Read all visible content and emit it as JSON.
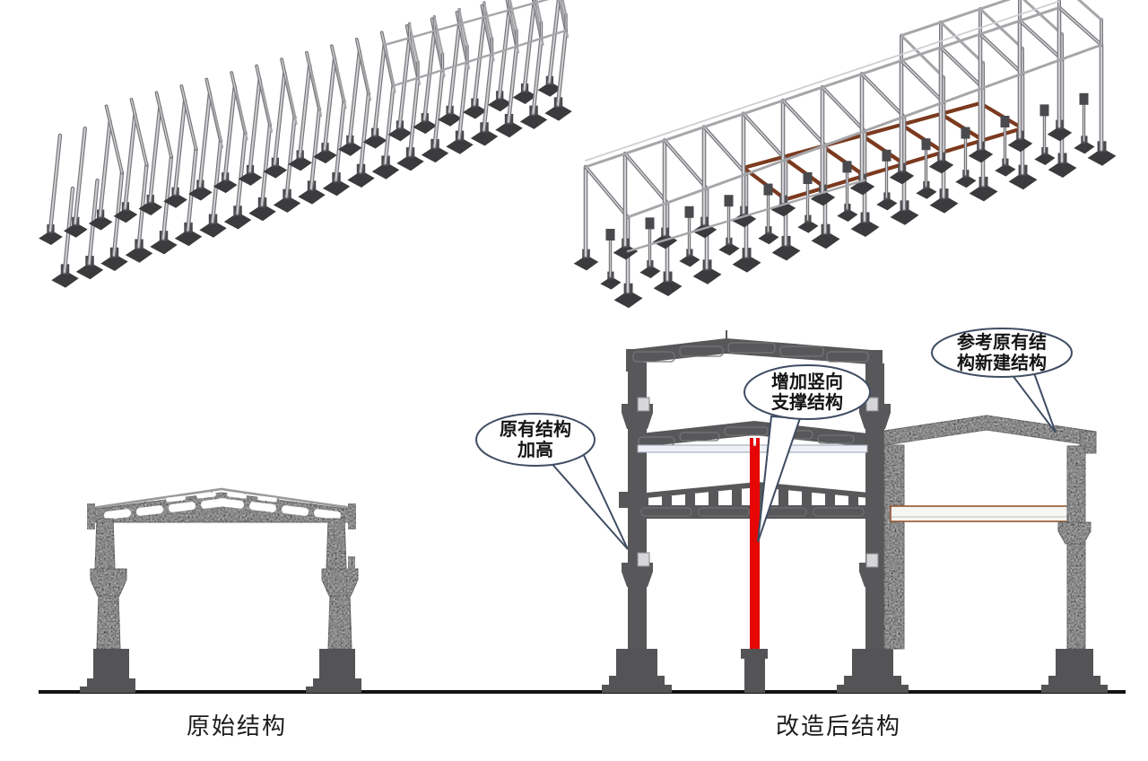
{
  "callouts": {
    "raise": {
      "line1": "原有结构",
      "line2": "加高"
    },
    "support": {
      "line1": "增加竖向",
      "line2": "支撑结构"
    },
    "new_build": {
      "line1": "参考原有结",
      "line2": "构新建结构"
    }
  },
  "captions": {
    "original": "原始结构",
    "modified": "改造后结构"
  },
  "colors": {
    "steel_light": "#cfcfd3",
    "steel_mid": "#a6a6aa",
    "steel_dark": "#77777b",
    "footing_dark": "#3b3b3e",
    "footing_cap": "#4a4a4e",
    "brown_ring": "#7b3a1e",
    "dark_structure": "#58585a",
    "concrete": "#b4b4b4",
    "red_support": "#e60606",
    "slab_edge": "#96552f",
    "white_beam": "#eef0f6",
    "callout_stroke": "#3f4d63",
    "ground": "#121212"
  }
}
